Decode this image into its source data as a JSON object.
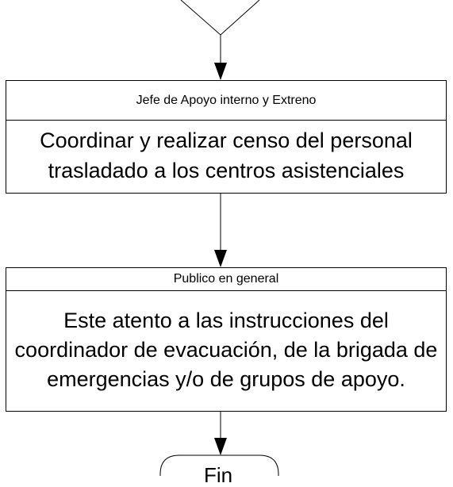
{
  "steps": [
    {
      "role": "Jefe de Apoyo interno y Extreno",
      "action": "Coordinar y realizar censo del personal trasladado a los centros asistenciales"
    },
    {
      "role": "Publico en general",
      "action": "Este atento a las instrucciones del coordinador de evacuación, de la brigada de emergencias y/o de grupos de apoyo."
    }
  ],
  "terminal": {
    "label": "Fin"
  },
  "colors": {
    "stroke": "#000000",
    "background": "#ffffff"
  }
}
